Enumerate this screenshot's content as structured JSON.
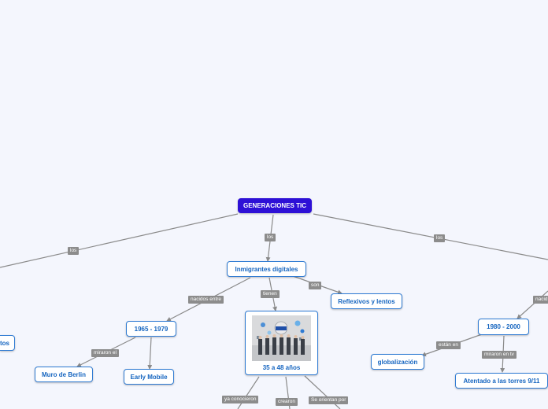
{
  "root": {
    "text": "GENERACIONES TIC"
  },
  "nodes": {
    "inmigrantes": "Inmigrantes digitales",
    "reflexivos": "Reflexivos y lentos",
    "edad": "35 a 48 años",
    "anios_1965": "1965 - 1979",
    "muro": "Muro de Berlin",
    "early": "Early Mobile",
    "cut_left": "tos",
    "anios_1980": "1980 - 2000",
    "globalizacion": "globalización",
    "atentado": "Atentado a las torres 9/11"
  },
  "links": {
    "los_left": "los",
    "los_mid": "los",
    "los_right": "los",
    "son": "son",
    "tienen": "tienen",
    "nacidos_entre": "nacidos entre",
    "miraron_el": "miraron el",
    "ya_conocieron": "ya conocieron",
    "crearon": "crearon",
    "se_orientan": "Se orientan por",
    "nacidos_right": "nacid",
    "estan_en": "están en",
    "miraron_tv": "miraron en tv"
  },
  "image": {
    "icon": "business-team-illustration"
  },
  "colors": {
    "background": "#f4f6fd",
    "root_fill": "#2d10d6",
    "node_border": "#2f7bd3",
    "node_text": "#1565c0",
    "label_fill": "#8c8c8c",
    "connector": "#8a8a8a"
  }
}
